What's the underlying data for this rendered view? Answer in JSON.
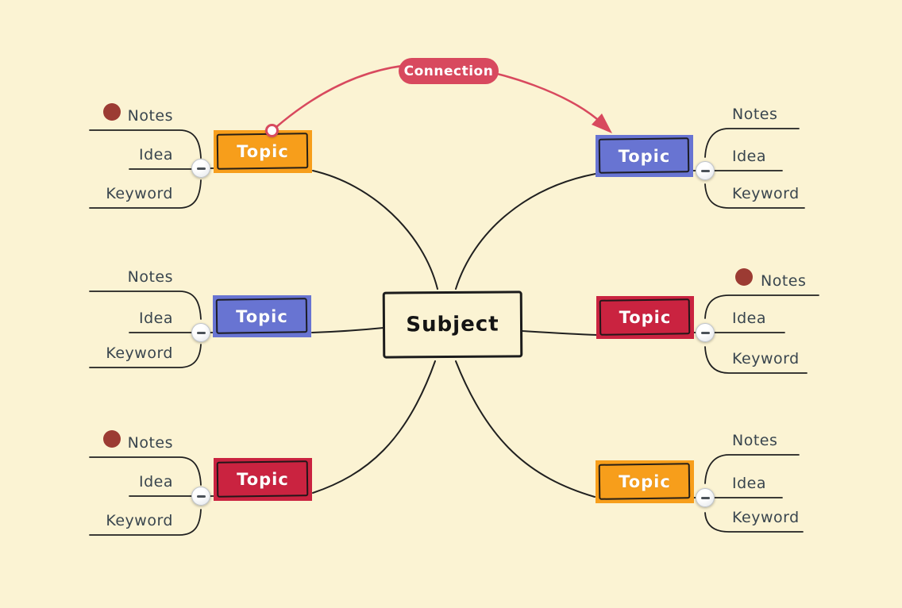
{
  "colors": {
    "background": "#FBF3D3",
    "line": "#202020",
    "label_text": "#39454E",
    "topic_text": "#FFFFFF",
    "orange": "#F79E1B",
    "blue": "#6874D2",
    "red": "#CA2340",
    "connection": "#D8495E",
    "notes_dot": "#9C3B33"
  },
  "subject": {
    "label": "Subject"
  },
  "connection": {
    "label": "Connection"
  },
  "topics": [
    {
      "label": "Topic",
      "color": "#F79E1B",
      "position": "top-left",
      "has_notes_marker": true,
      "children": [
        {
          "label": "Notes"
        },
        {
          "label": "Idea"
        },
        {
          "label": "Keyword"
        }
      ]
    },
    {
      "label": "Topic",
      "color": "#6874D2",
      "position": "middle-left",
      "has_notes_marker": false,
      "children": [
        {
          "label": "Notes"
        },
        {
          "label": "Idea"
        },
        {
          "label": "Keyword"
        }
      ]
    },
    {
      "label": "Topic",
      "color": "#CA2340",
      "position": "bottom-left",
      "has_notes_marker": true,
      "children": [
        {
          "label": "Notes"
        },
        {
          "label": "Idea"
        },
        {
          "label": "Keyword"
        }
      ]
    },
    {
      "label": "Topic",
      "color": "#6874D2",
      "position": "top-right",
      "has_notes_marker": false,
      "children": [
        {
          "label": "Notes"
        },
        {
          "label": "Idea"
        },
        {
          "label": "Keyword"
        }
      ]
    },
    {
      "label": "Topic",
      "color": "#CA2340",
      "position": "middle-right",
      "has_notes_marker": true,
      "children": [
        {
          "label": "Notes"
        },
        {
          "label": "Idea"
        },
        {
          "label": "Keyword"
        }
      ]
    },
    {
      "label": "Topic",
      "color": "#F79E1B",
      "position": "bottom-right",
      "has_notes_marker": false,
      "children": [
        {
          "label": "Notes"
        },
        {
          "label": "Idea"
        },
        {
          "label": "Keyword"
        }
      ]
    }
  ]
}
